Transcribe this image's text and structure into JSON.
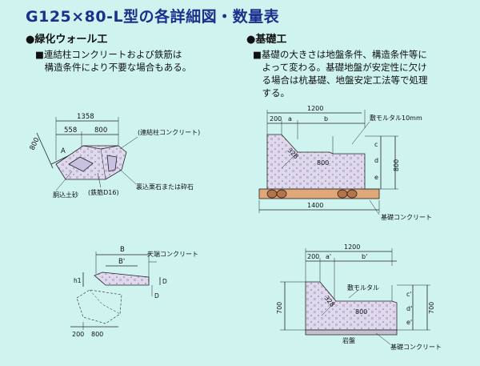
{
  "title": "G125×80-L型の各詳細図・数量表",
  "left": {
    "heading": "●緑化ウォール工",
    "note_lines": [
      "■連結柱コンクリートおよび鉄筋は",
      "　構造条件により不要な場合もある。"
    ],
    "top_diagram": {
      "dims": {
        "overall": "1358",
        "d1": "558",
        "d2": "800",
        "side": "800",
        "a": "A"
      },
      "labels": {
        "column_concrete": "(連結柱コンクリート)",
        "backfill_soil": "胴込土砂",
        "rebar": "(鉄筋D16)",
        "backfill_stone": "裏込栗石または砕石"
      }
    },
    "bottom_diagram": {
      "dims": {
        "b": "B",
        "b_prime": "B'",
        "h1": "h1",
        "d": "D",
        "d_dash": "D",
        "d200": "200",
        "d800": "800"
      },
      "labels": {
        "crown_concrete": "天端コンクリート"
      }
    }
  },
  "right": {
    "heading": "●基礎工",
    "note_lines": [
      "■基礎の大きさは地盤条件、構造条件等に",
      "　よって変わる。基礎地盤が安定性に欠け",
      "　る場合は杭基礎、地盤安定工法等で処理",
      "　する。"
    ],
    "top_diagram": {
      "dims": {
        "total_top": "1200",
        "d200": "200",
        "a": "a",
        "b": "b",
        "c": "c",
        "d": "d",
        "e": "e",
        "slope": "328",
        "inner": "800",
        "height": "800",
        "bottom": "1400"
      },
      "labels": {
        "mortar": "敷モルタル10mm",
        "base_concrete": "基礎コンクリート"
      }
    },
    "bottom_diagram": {
      "dims": {
        "total_top": "1200",
        "d200": "200",
        "a_prime": "a'",
        "b_prime": "b'",
        "c_prime": "c'",
        "d_prime": "d'",
        "e_prime": "e'",
        "slope": "328",
        "inner": "800",
        "h_left": "700",
        "h_right": "700"
      },
      "labels": {
        "mortar": "敷モルタル",
        "bedrock": "岩盤",
        "base_concrete": "基礎コンクリート"
      }
    }
  },
  "colors": {
    "title": "#1c2f8c",
    "background": "#cff4ef",
    "concrete": "#e0d9ee",
    "base": "#e0a878"
  }
}
